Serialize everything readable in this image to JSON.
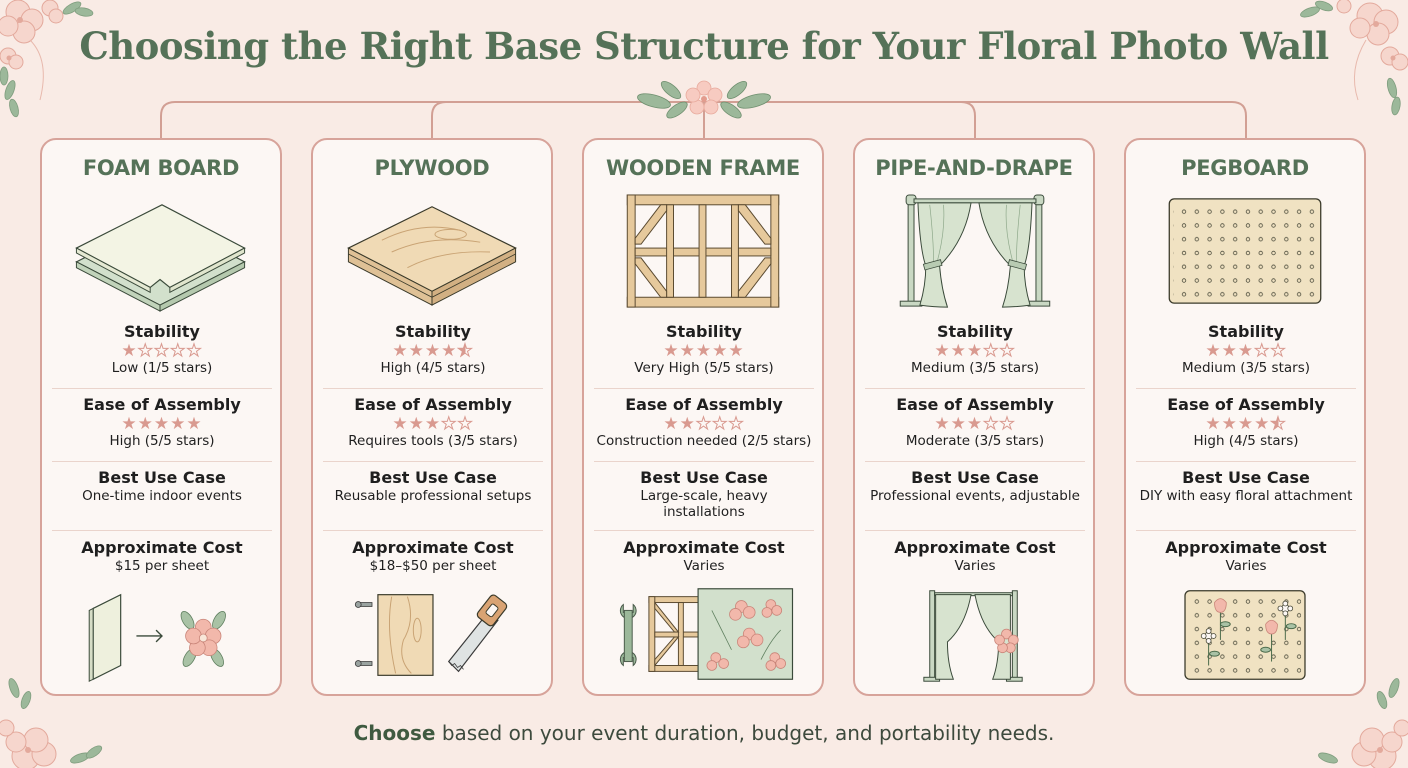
{
  "title": "Choosing the Right Base Structure for Your Floral Photo Wall",
  "colors": {
    "background": "#f9ebe5",
    "title_green": "#557258",
    "card_border": "#d7a39a",
    "star_pink": "#d99a90",
    "leaf_green": "#9cb89a",
    "flower_pink": "#f2c1b8"
  },
  "section_labels": {
    "stability": "Stability",
    "ease": "Ease of Assembly",
    "use_case": "Best Use Case",
    "cost": "Approximate Cost"
  },
  "cards": [
    {
      "name": "FOAM BOARD",
      "icon": "foam-board-sheets-icon",
      "stability": {
        "stars": 1,
        "max": 5,
        "label": "Low (1/5 stars)"
      },
      "ease": {
        "stars": 5,
        "max": 5,
        "label": "High (5/5 stars)"
      },
      "use_case": "One-time indoor events",
      "cost": "$15 per sheet",
      "bottom_icon": "foam-board-to-flower-icon"
    },
    {
      "name": "PLYWOOD",
      "icon": "plywood-sheet-icon",
      "stability": {
        "stars": 4.5,
        "max": 5,
        "label": "High (4/5 stars)"
      },
      "ease": {
        "stars": 3,
        "max": 5,
        "label": "Requires tools (3/5 stars)"
      },
      "use_case": "Reusable professional setups",
      "cost": "$18–$50 per sheet",
      "bottom_icon": "plywood-screws-saw-icon"
    },
    {
      "name": "WOODEN FRAME",
      "icon": "wooden-frame-icon",
      "stability": {
        "stars": 5,
        "max": 5,
        "label": "Very High (5/5 stars)"
      },
      "ease": {
        "stars": 2,
        "max": 5,
        "label": "Construction needed (2/5 stars)"
      },
      "use_case": "Large-scale, heavy installations",
      "cost": "Varies",
      "bottom_icon": "wrench-frame-floral-panel-icon"
    },
    {
      "name": "PIPE-AND-DRAPE",
      "icon": "pipe-and-drape-icon",
      "stability": {
        "stars": 3,
        "max": 5,
        "label": "Medium (3/5 stars)"
      },
      "ease": {
        "stars": 3,
        "max": 5,
        "label": "Moderate (3/5 stars)"
      },
      "use_case": "Professional events, adjustable",
      "cost": "Varies",
      "bottom_icon": "drape-with-flower-icon"
    },
    {
      "name": "PEGBOARD",
      "icon": "pegboard-icon",
      "stability": {
        "stars": 3,
        "max": 5,
        "label": "Medium (3/5 stars)"
      },
      "ease": {
        "stars": 4.5,
        "max": 5,
        "label": "High (4/5 stars)"
      },
      "use_case": "DIY with easy floral attachment",
      "cost": "Varies",
      "bottom_icon": "pegboard-with-flowers-icon"
    }
  ],
  "footer": {
    "bold": "Choose",
    "rest": " based on your event duration, budget, and portability needs."
  }
}
